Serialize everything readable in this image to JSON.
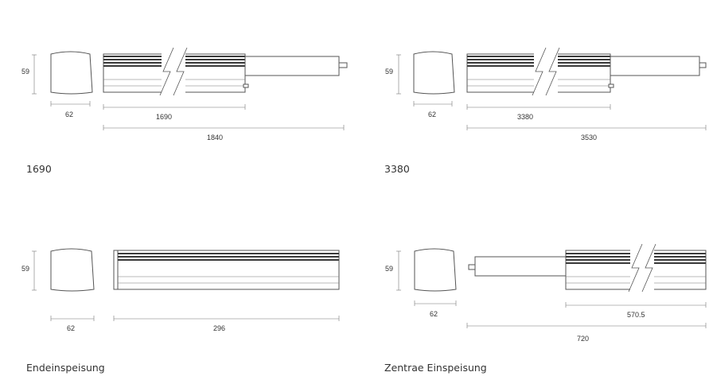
{
  "panels": [
    {
      "caption": "1690",
      "dims": {
        "height": "59",
        "width": "62",
        "length": "1690",
        "total": "1840"
      }
    },
    {
      "caption": "3380",
      "dims": {
        "height": "59",
        "width": "62",
        "length": "3380",
        "total": "3530"
      }
    },
    {
      "caption": "Endeinspeisung",
      "dims": {
        "height": "59",
        "width": "62",
        "length": "296"
      }
    },
    {
      "caption": "Zentrae Einspeisung",
      "dims": {
        "height": "59",
        "width": "62",
        "length": "570.5",
        "total": "720"
      }
    }
  ]
}
